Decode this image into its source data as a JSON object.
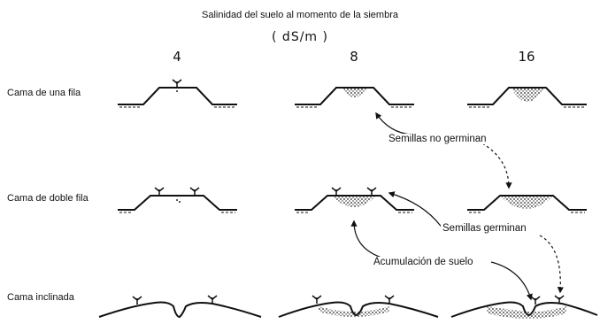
{
  "title": "Salinidad del suelo al momento de la siembra",
  "units": "( dS/m )",
  "columns": [
    "4",
    "8",
    "16"
  ],
  "rows": [
    "Cama de una fila",
    "Cama de doble fila",
    "Cama inclinada"
  ],
  "annotations": {
    "no_germinate": "Semillas no germinan",
    "germinate": "Semillas germinan",
    "salt_accumulation": "Acumulación de suelo"
  }
}
